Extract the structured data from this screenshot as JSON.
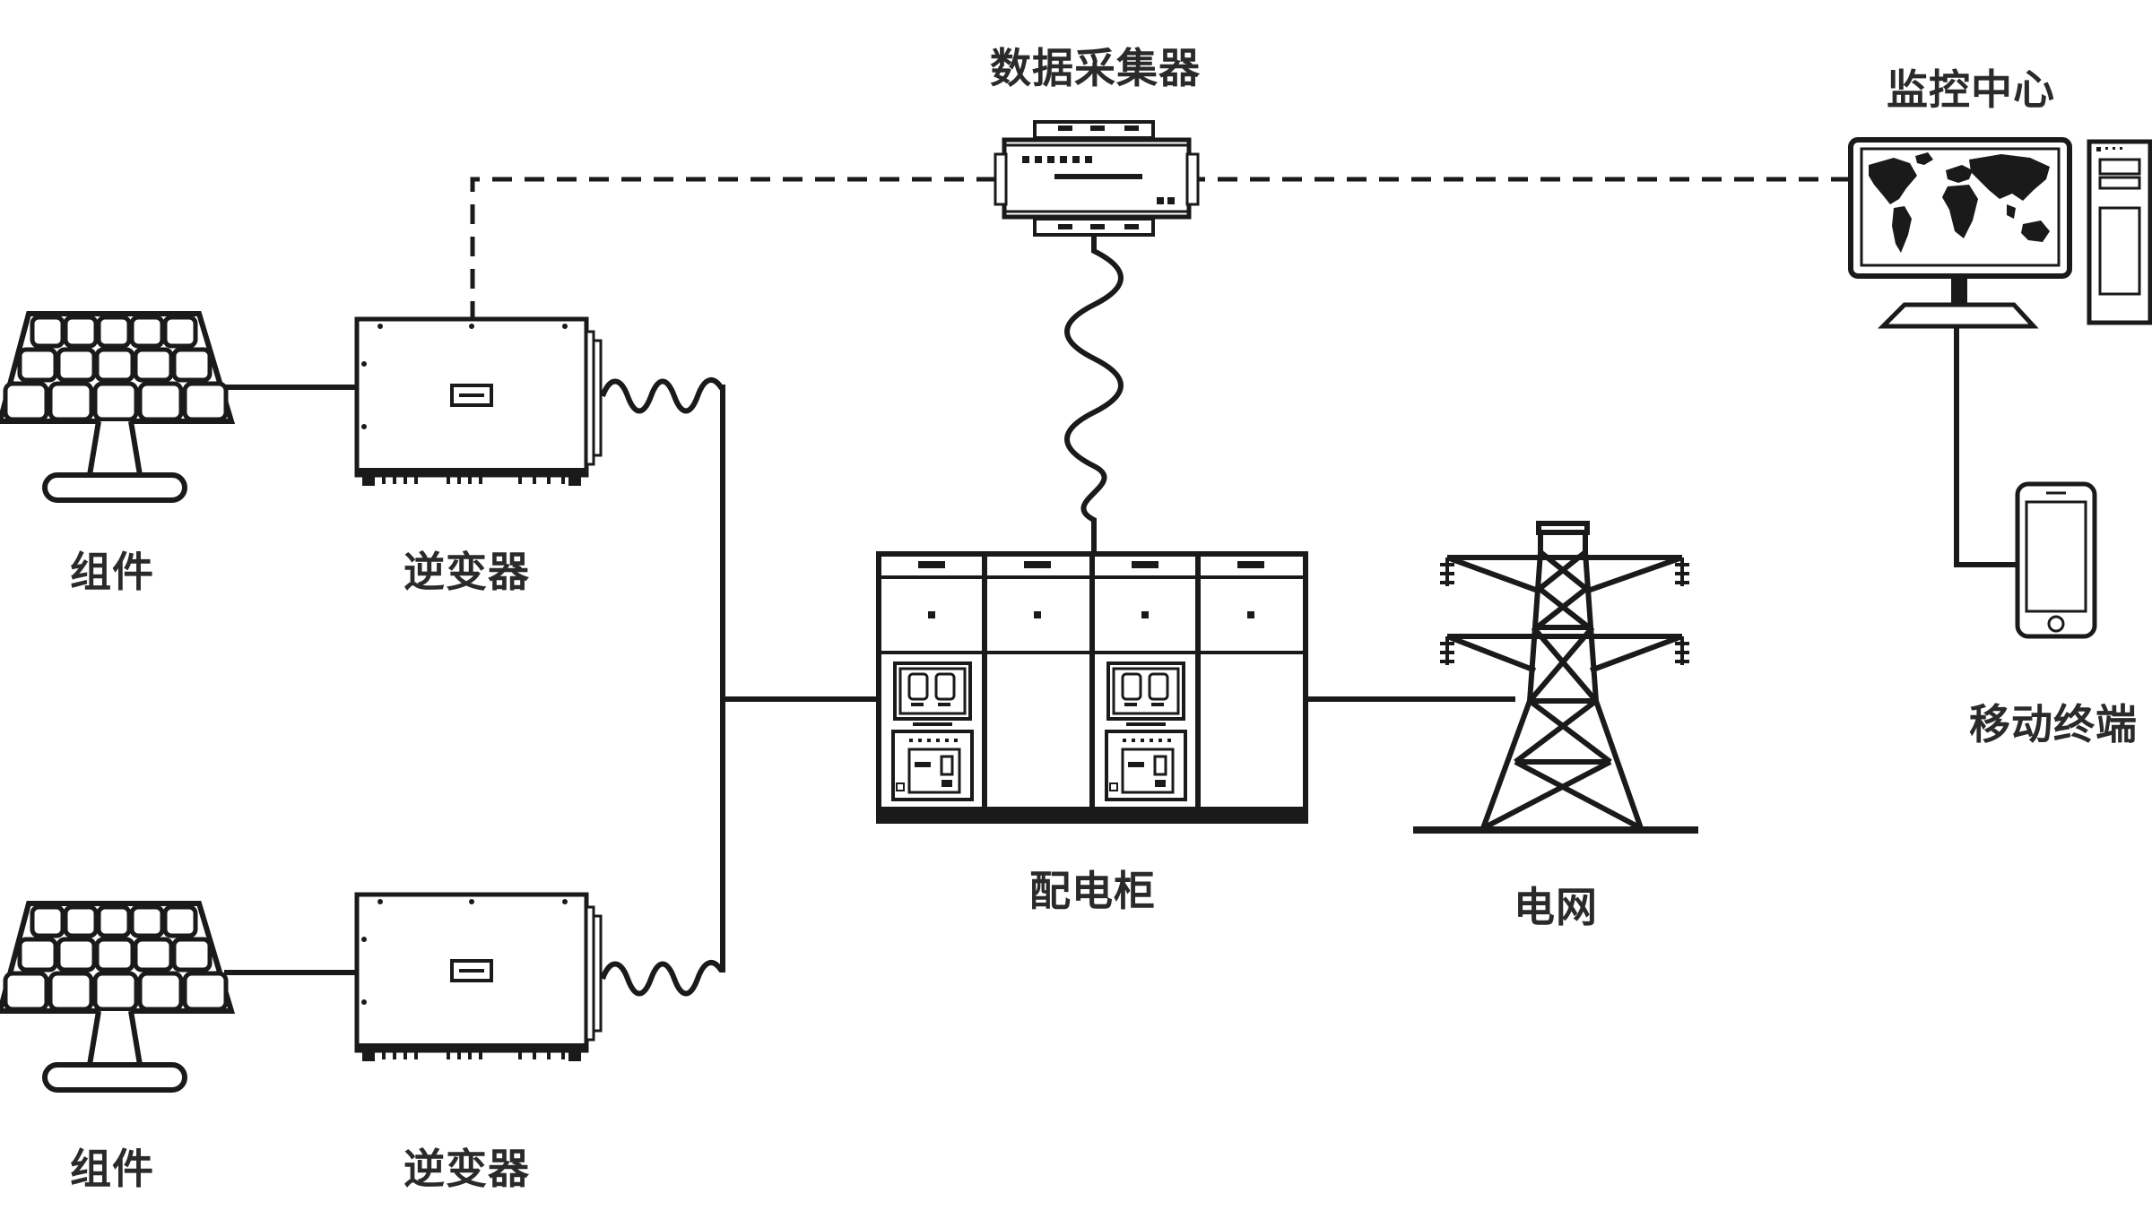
{
  "labels": {
    "panel_top": "组件",
    "inverter_top": "逆变器",
    "panel_bottom": "组件",
    "inverter_bottom": "逆变器",
    "data_collector": "数据采集器",
    "monitor_center": "监控中心",
    "distribution_cabinet": "配电柜",
    "power_grid": "电网",
    "mobile_terminal": "移动终端"
  },
  "colors": {
    "stroke": "#1a1a1a",
    "fill": "#ffffff",
    "text": "#2a2a2a"
  },
  "connections": [
    {
      "from": "panel_top",
      "to": "inverter_top",
      "style": "solid"
    },
    {
      "from": "panel_bottom",
      "to": "inverter_bottom",
      "style": "solid"
    },
    {
      "from": "inverter_top",
      "to": "distribution_cabinet",
      "style": "solid"
    },
    {
      "from": "inverter_bottom",
      "to": "distribution_cabinet",
      "style": "solid"
    },
    {
      "from": "distribution_cabinet",
      "to": "power_grid",
      "style": "solid"
    },
    {
      "from": "distribution_cabinet",
      "to": "data_collector",
      "style": "solid"
    },
    {
      "from": "inverter_top",
      "to": "data_collector",
      "style": "dashed"
    },
    {
      "from": "data_collector",
      "to": "monitor_center",
      "style": "dashed"
    },
    {
      "from": "monitor_center",
      "to": "mobile_terminal",
      "style": "solid"
    }
  ]
}
